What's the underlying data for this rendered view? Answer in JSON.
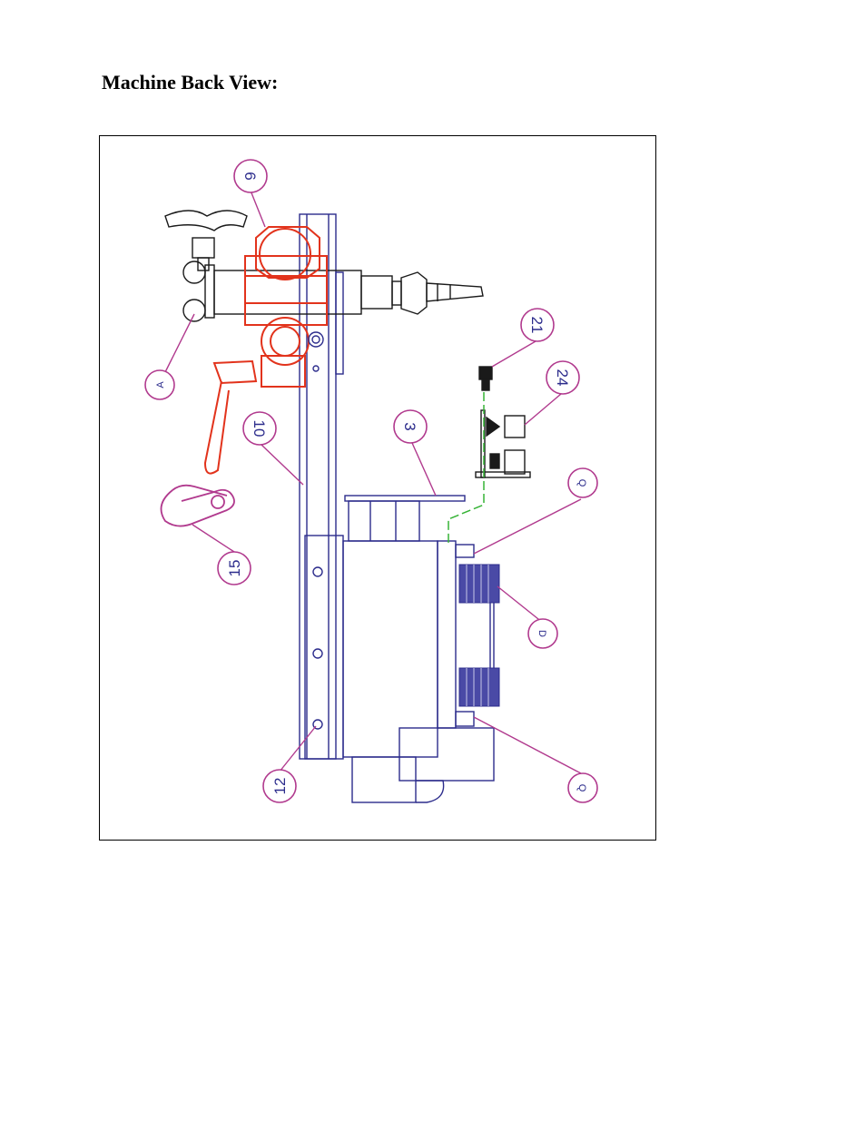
{
  "page": {
    "title": "Machine Back View:"
  },
  "diagram": {
    "callouts": [
      {
        "id": "c6",
        "label": "6"
      },
      {
        "id": "cA",
        "label": "A"
      },
      {
        "id": "c10",
        "label": "10"
      },
      {
        "id": "c3",
        "label": "3"
      },
      {
        "id": "c21",
        "label": "21"
      },
      {
        "id": "c24",
        "label": "24"
      },
      {
        "id": "cQ1",
        "label": "Q"
      },
      {
        "id": "cD",
        "label": "D"
      },
      {
        "id": "cQ2",
        "label": "Q"
      },
      {
        "id": "c15",
        "label": "15"
      },
      {
        "id": "c12",
        "label": "12"
      }
    ],
    "colors": {
      "outline": "#2c2c8c",
      "highlight": "#e2331c",
      "callout": "#b13a8e",
      "leader_green": "#36b336",
      "dark": "#1a1a1a"
    }
  }
}
